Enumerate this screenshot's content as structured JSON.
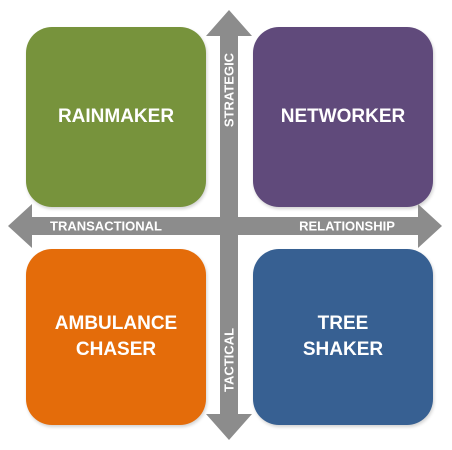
{
  "quadrants": {
    "top_left": {
      "label": "RAINMAKER",
      "color": "#77933c"
    },
    "top_right": {
      "label": "NETWORKER",
      "color": "#604a7b"
    },
    "bottom_left": {
      "label": "AMBULANCE\nCHASER",
      "color": "#e46c0a"
    },
    "bottom_right": {
      "label": "TREE\nSHAKER",
      "color": "#376092"
    }
  },
  "axes": {
    "color": "#8c8c8c",
    "top_label": "STRATEGIC",
    "bottom_label": "TACTICAL",
    "left_label": "TRANSACTIONAL",
    "right_label": "RELATIONSHIP"
  }
}
